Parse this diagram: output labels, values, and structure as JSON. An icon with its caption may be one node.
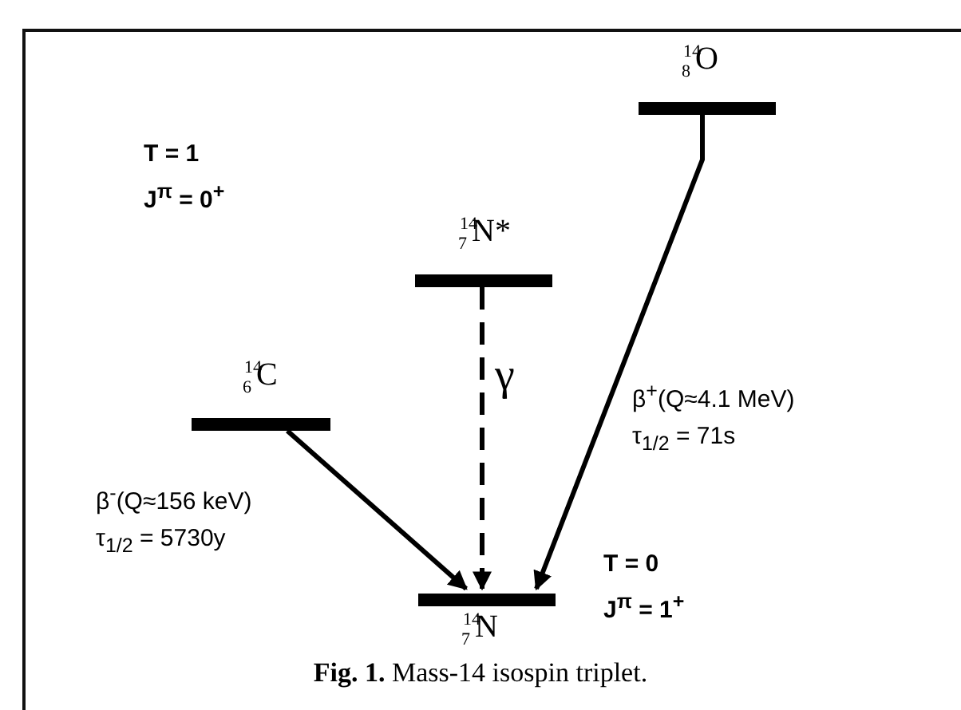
{
  "diagram": {
    "caption": "**Fig. 1.** Mass-14 isospin triplet.",
    "nodes": [
      {
        "text": [
          "$^{14}$$_{8}$O"
        ]
      },
      {
        "text": [
          "$^{14}$$_{7}$N*"
        ]
      },
      {
        "text": [
          "$^{14}$$_{6}$C"
        ]
      },
      {
        "text": [
          "$^{14}$$_{7}$N"
        ]
      }
    ],
    "edges": [
      {
        "from": 0,
        "to": 3,
        "arrow": "to",
        "label": "β$^{+}$(Q≈4.1 MeV) τ$_{1/2}$ = 71s"
      },
      {
        "from": 1,
        "to": 3,
        "arrow": "to",
        "style": "dashed",
        "label": "γ"
      },
      {
        "from": 2,
        "to": 3,
        "arrow": "to",
        "label": "β$^{-}$(Q≈156 keV) τ$_{1/2}$ = 5730y"
      }
    ],
    "labels": [
      "T = 1",
      "J$^{π}$ = 0$^{+}$",
      "T = 0",
      "J$^{π}$ = 1$^{+}$"
    ]
  }
}
